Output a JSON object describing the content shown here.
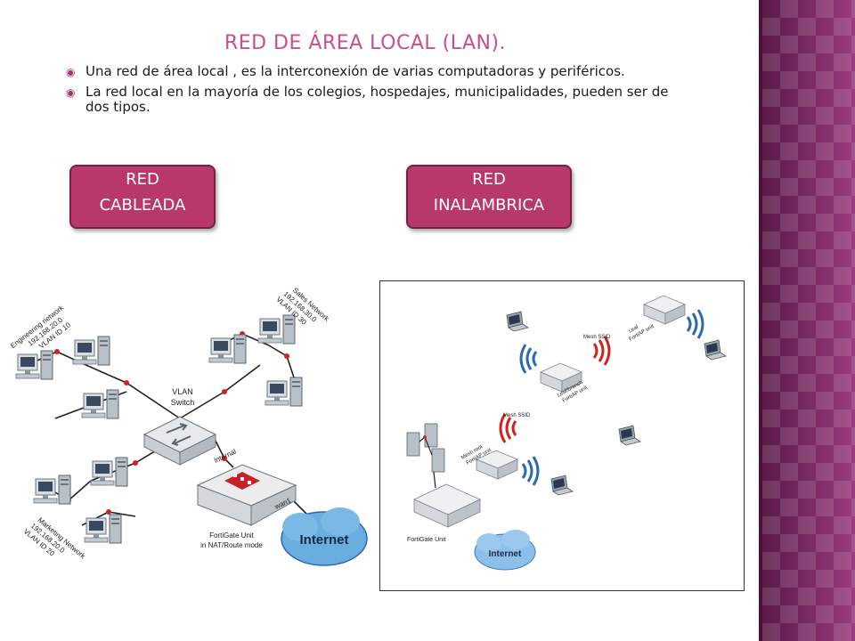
{
  "slide": {
    "title": "RED DE ÁREA LOCAL (LAN).",
    "bullets": [
      "Una red de área local , es la interconexión de varias computadoras y periféricos.",
      "La red local en la mayoría de los colegios, hospedajes, municipalidades, pueden ser de dos tipos."
    ],
    "bullet_icon": "target-bullet-icon"
  },
  "buttons": {
    "wired": {
      "line1": "RED",
      "line2": "CABLEADA"
    },
    "wireless": {
      "line1": "RED",
      "line2": "INALAMBRICA"
    }
  },
  "wired_diagram": {
    "engineering": {
      "line1": "Engineering network",
      "line2": "192.168.20.0",
      "line3": "VLAN ID 10"
    },
    "sales": {
      "line1": "Sales Network",
      "line2": "192.168.30.0",
      "line3": "VLAN ID 30"
    },
    "marketing": {
      "line1": "Marketing Network",
      "line2": "192.168.20.0",
      "line3": "VLAN ID 20"
    },
    "switch": {
      "line1": "VLAN",
      "line2": "Switch"
    },
    "internal_label": "internal",
    "wan_label": "wan1",
    "fortigate": {
      "line1": "FortiGate Unit",
      "line2": "in NAT/Route mode"
    },
    "internet_label": "Internet"
  },
  "wireless_diagram": {
    "mesh_ssid_top": "Mesh SSID",
    "mesh_ssid_left": "Mesh SSID",
    "leaf_unit": {
      "line1": "Leaf",
      "line2": "FortiAP unit"
    },
    "leaf_branch_unit": {
      "line1": "Leaf/branch",
      "line2": "FortiAP unit"
    },
    "mesh_root_unit": {
      "line1": "Mesh root",
      "line2": "FortiAP unit"
    },
    "fortigate_label": "FortiGate Unit",
    "internet_label": "Internet"
  },
  "colors": {
    "title": "#c8508a",
    "button_fill": "#b8386c",
    "button_border": "#7a1f47",
    "side_panel": "#8a3170",
    "wifi_red": "#d42020",
    "wifi_blue": "#2a6ab0"
  }
}
